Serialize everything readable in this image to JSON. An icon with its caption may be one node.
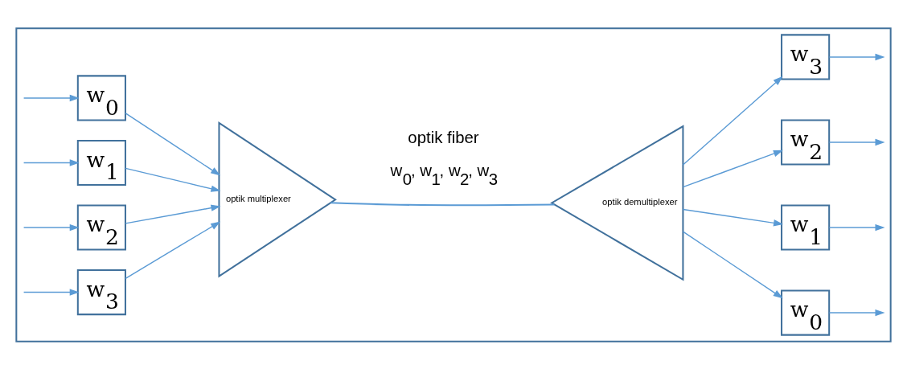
{
  "diagram": {
    "nodes": [
      {
        "text": [],
        "shape": "box"
      },
      {
        "text": [
          "w$_{0}$"
        ],
        "in": 0
      },
      {
        "text": [
          "w$_{1}$"
        ],
        "in": 0
      },
      {
        "text": [
          "w$_{2}$"
        ],
        "in": 0
      },
      {
        "text": [
          "w$_{3}$"
        ],
        "in": 0
      },
      {
        "text": [
          "optik multiplexer"
        ],
        "in": 0
      },
      {
        "text": [
          "optik demultiplexer"
        ],
        "in": 0
      },
      {
        "text": [
          "w$_{0}$"
        ],
        "in": 0
      },
      {
        "text": [
          "w$_{1}$"
        ],
        "in": 0
      },
      {
        "text": [
          "w$_{2}$"
        ],
        "in": 0
      },
      {
        "text": [
          "w$_{3}$"
        ],
        "in": 0
      }
    ],
    "edges": [
      {
        "from": null,
        "to": 1,
        "arrow": "to"
      },
      {
        "from": null,
        "to": 2,
        "arrow": "to"
      },
      {
        "from": null,
        "to": 3,
        "arrow": "to"
      },
      {
        "from": null,
        "to": 4,
        "arrow": "to"
      },
      {
        "from": 1,
        "to": 5,
        "arrow": "to"
      },
      {
        "from": 2,
        "to": 5,
        "arrow": "to"
      },
      {
        "from": 3,
        "to": 5,
        "arrow": "to"
      },
      {
        "from": 4,
        "to": 5,
        "arrow": "to"
      },
      {
        "from": 5,
        "to": 6,
        "arrow": "none",
        "label": "w$_{0}$, w$_{1}$, w$_{2}$, w$_{3}$"
      },
      {
        "from": 6,
        "to": 7,
        "arrow": "to"
      },
      {
        "from": 6,
        "to": 8,
        "arrow": "to"
      },
      {
        "from": 6,
        "to": 9,
        "arrow": "to"
      },
      {
        "from": 6,
        "to": 10,
        "arrow": "to"
      },
      {
        "from": 7,
        "to": null,
        "arrow": "to"
      },
      {
        "from": 8,
        "to": null,
        "arrow": "to"
      },
      {
        "from": 9,
        "to": null,
        "arrow": "to"
      },
      {
        "from": 10,
        "to": null,
        "arrow": "to"
      }
    ],
    "labels": [
      "optik fiber"
    ]
  }
}
